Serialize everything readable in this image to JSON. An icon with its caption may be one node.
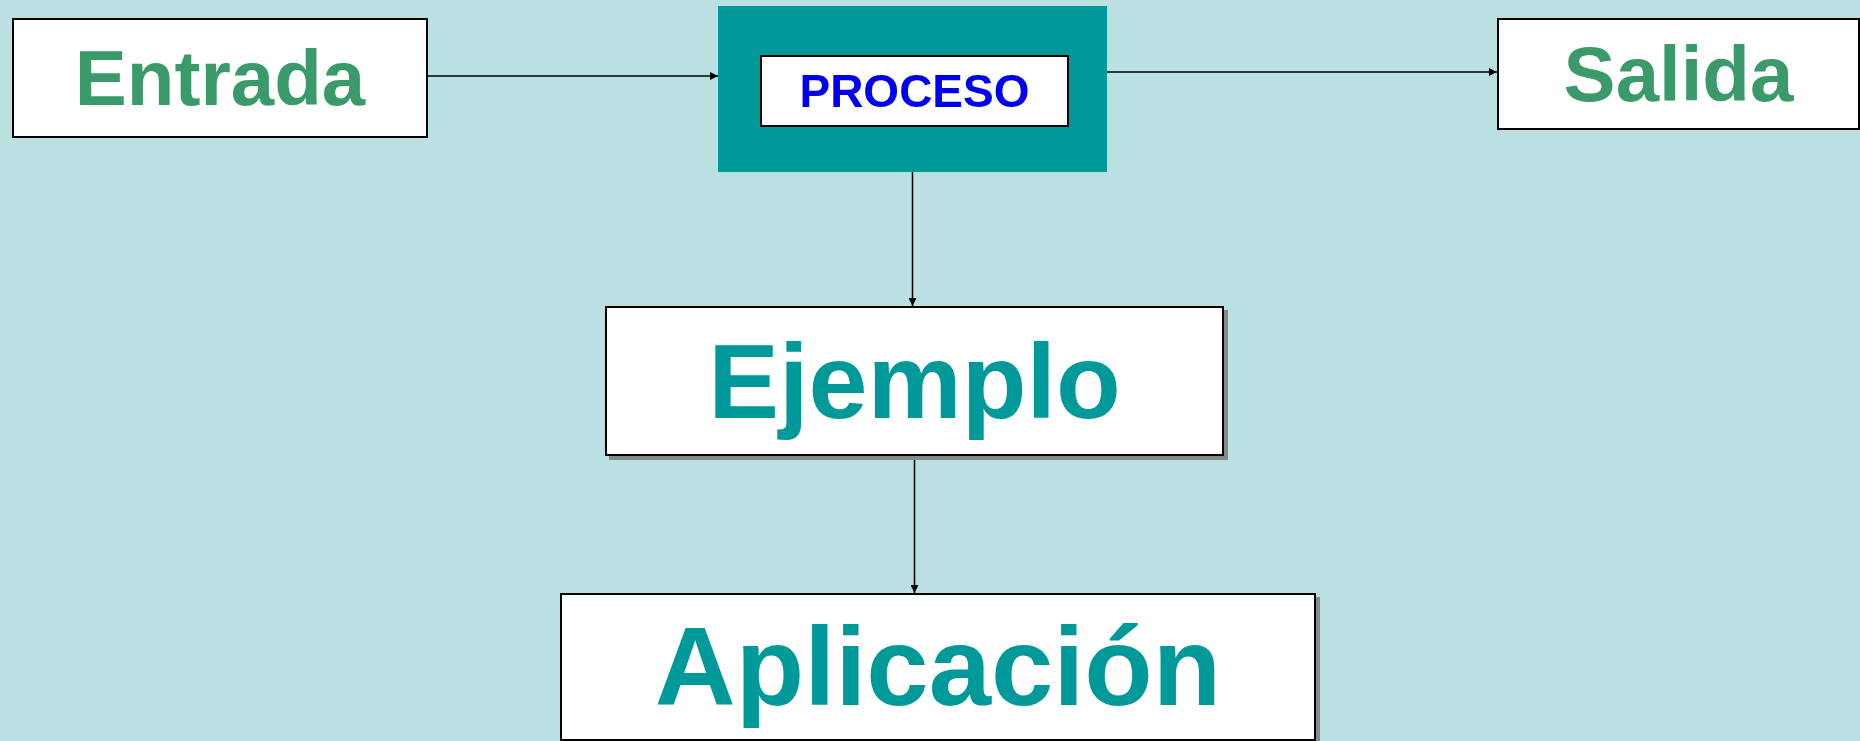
{
  "diagram": {
    "nodes": [
      {
        "text": [
          "Entrada"
        ]
      },
      {
        "text": [],
        "shape": "box"
      },
      {
        "text": [
          "PROCESO"
        ],
        "in": 1
      },
      {
        "text": [
          "Salida"
        ]
      },
      {
        "text": [
          "Ejemplo"
        ]
      },
      {
        "text": [
          "Aplicación"
        ]
      }
    ],
    "edges": [
      {
        "from": 0,
        "to": 1,
        "arrow": "to"
      },
      {
        "from": 1,
        "to": 3,
        "arrow": "to"
      },
      {
        "from": 1,
        "to": 4,
        "arrow": "to"
      },
      {
        "from": 4,
        "to": 5,
        "arrow": "to"
      }
    ]
  }
}
